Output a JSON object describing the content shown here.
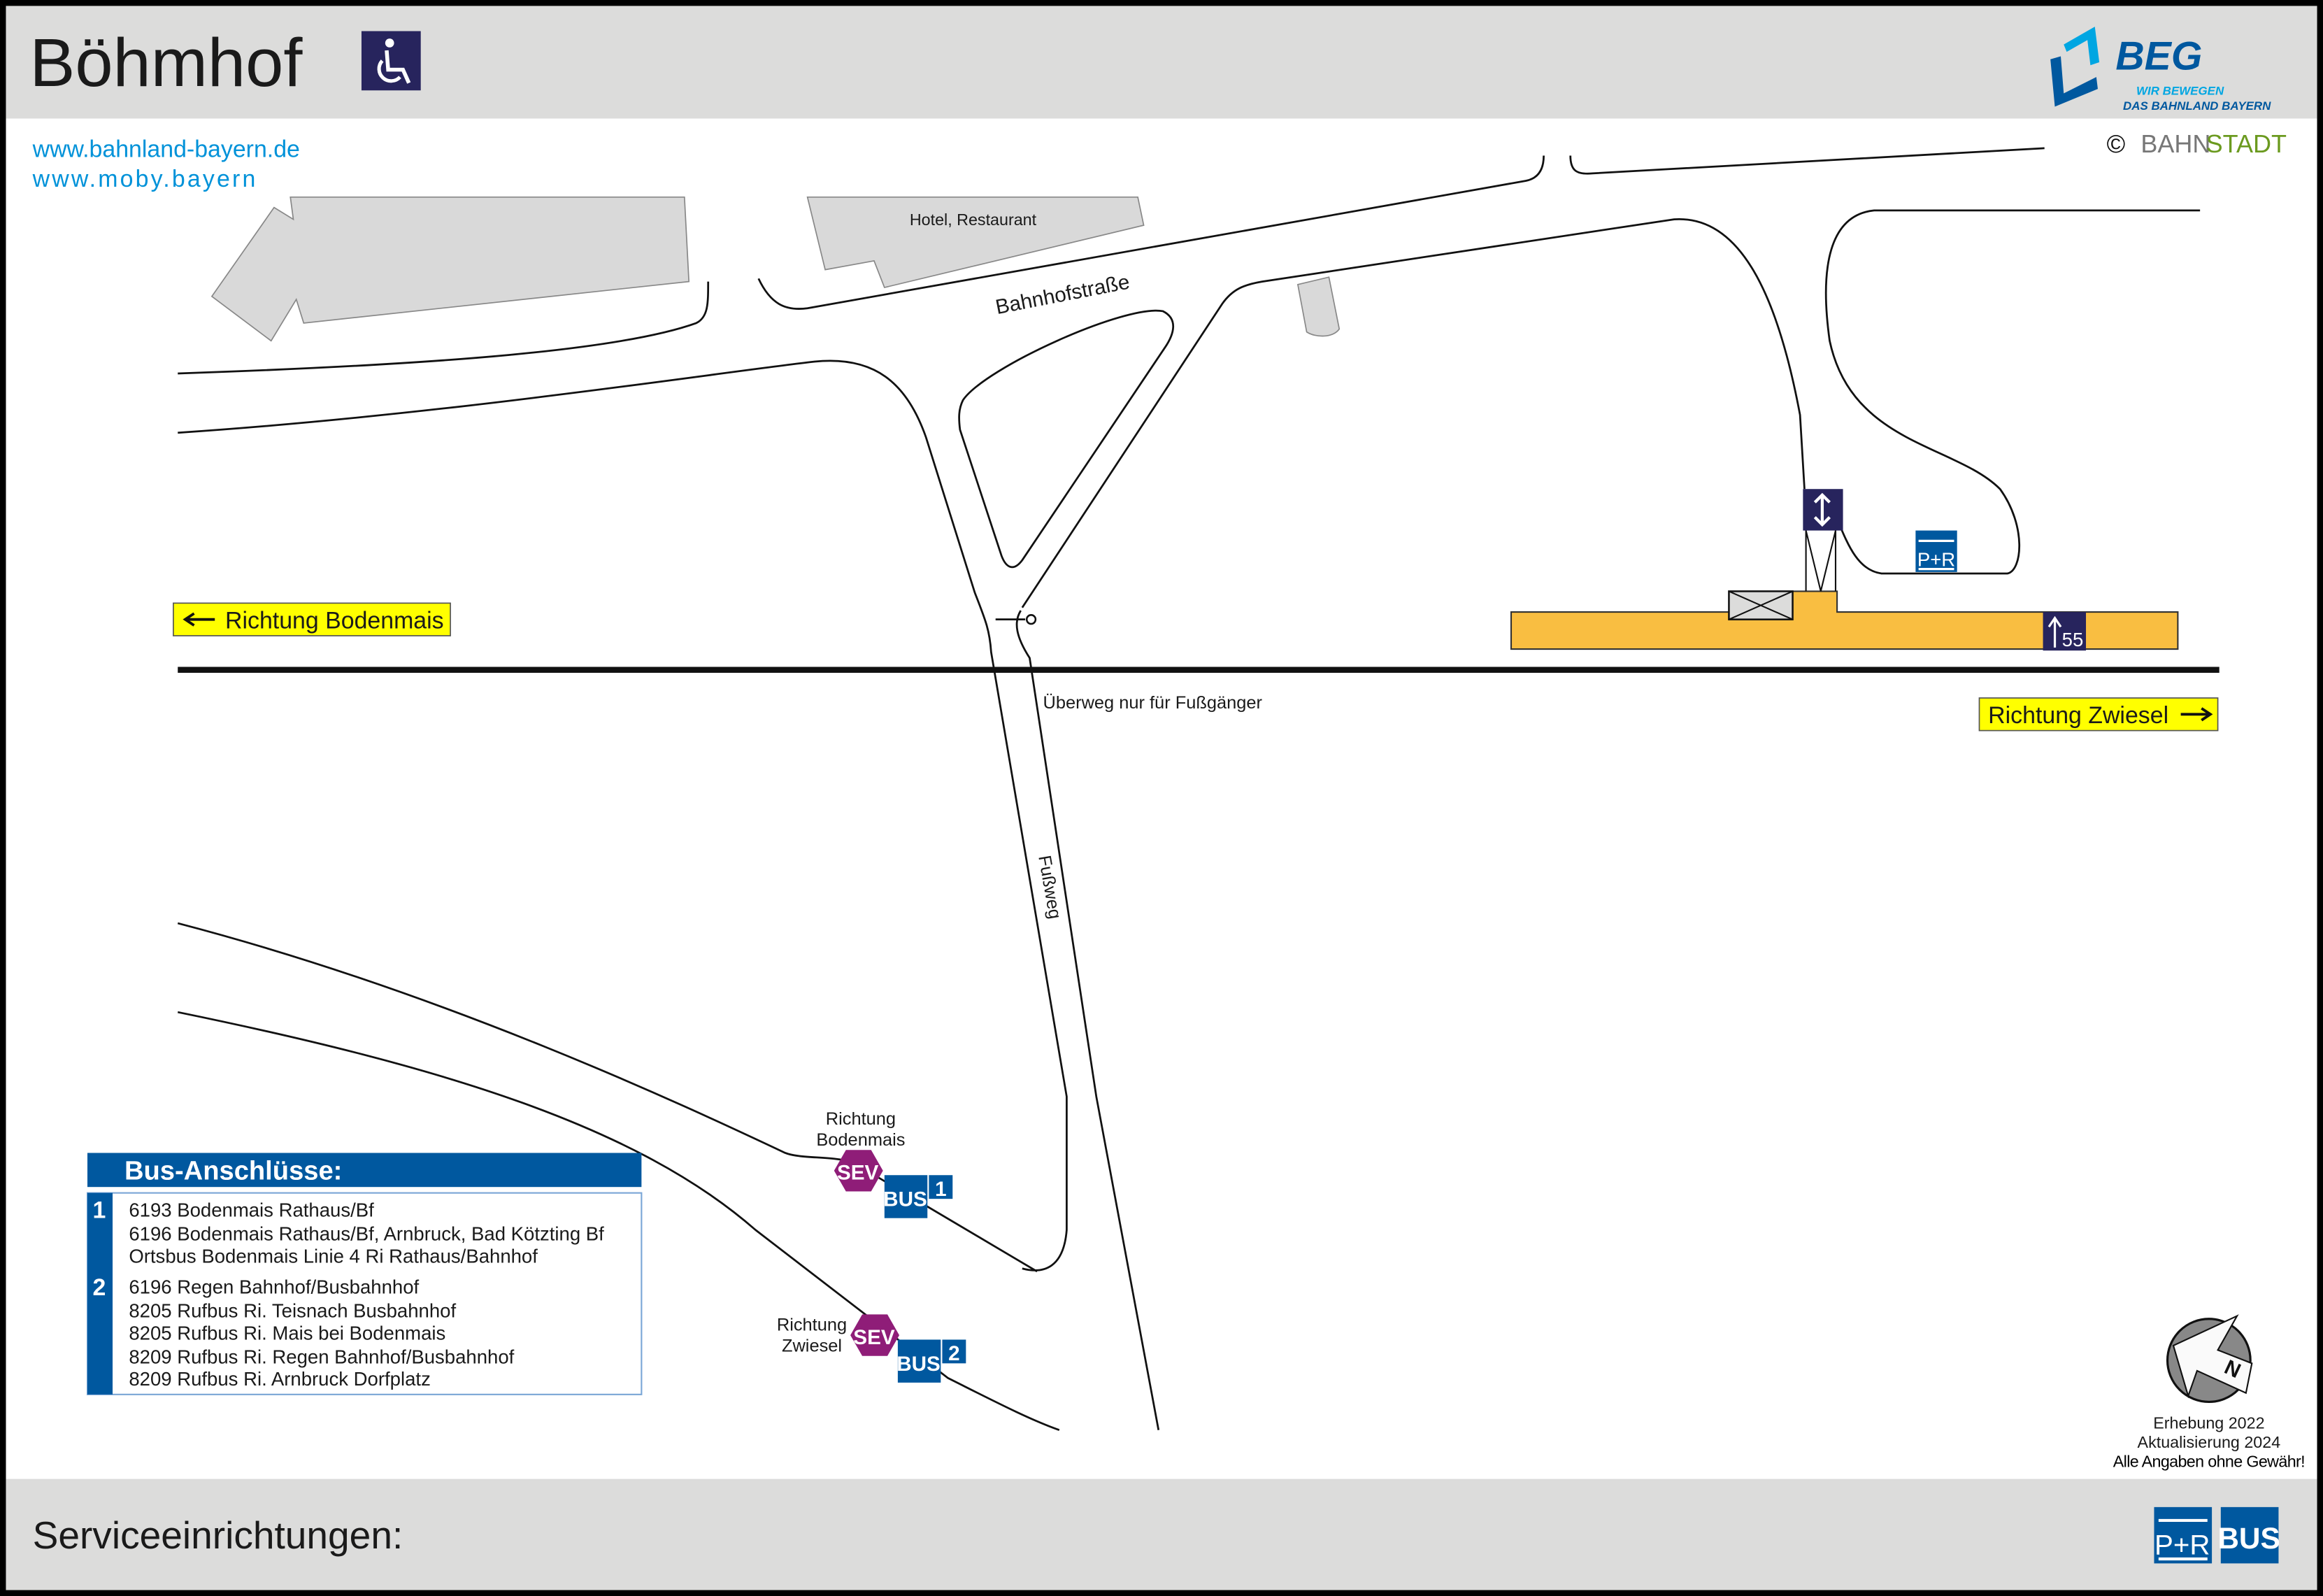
{
  "header": {
    "station_name": "Böhmhof",
    "accessibility_icon": "wheelchair-icon",
    "logo_text": "BEG",
    "logo_slogan_1": "WIR BEWEGEN",
    "logo_slogan_2": "DAS BAHNLAND BAYERN",
    "copyright_symbol": "©",
    "copyright_part1": "BAHN",
    "copyright_part2": "STADT"
  },
  "links": [
    "www.bahnland-bayern.de",
    "www.moby.bayern"
  ],
  "map": {
    "street_name": "Bahnhofstraße",
    "hotel_label": "Hotel, Restaurant",
    "direction_left": "Richtung Bodenmais",
    "direction_right": "Richtung Zwiesel",
    "crossing_note": "Überweg nur für Fußgänger",
    "footpath_label": "Fußweg",
    "platform_sign": "55",
    "pr_label": "P+R",
    "bus_stops": [
      {
        "dir1": "Richtung",
        "dir2": "Bodenmais",
        "sev": "SEV",
        "bus": "BUS",
        "num": "1"
      },
      {
        "dir1": "Richtung",
        "dir2": "Zwiesel",
        "sev": "SEV",
        "bus": "BUS",
        "num": "2"
      }
    ]
  },
  "bus_connections": {
    "title": "Bus-Anschlüsse:",
    "groups": [
      {
        "num": "1",
        "lines": [
          "6193 Bodenmais Rathaus/Bf",
          "6196 Bodenmais Rathaus/Bf, Arnbruck, Bad Kötzting Bf",
          "Ortsbus Bodenmais Linie 4 Ri Rathaus/Bahnhof"
        ]
      },
      {
        "num": "2",
        "lines": [
          "6196 Regen Bahnhof/Busbahnhof",
          "8205 Rufbus Ri. Teisnach Busbahnhof",
          "8205 Rufbus Ri. Mais bei Bodenmais",
          "8209 Rufbus Ri. Regen Bahnhof/Busbahnhof",
          "8209 Rufbus Ri. Arnbruck Dorfplatz"
        ]
      }
    ]
  },
  "compass_letter": "N",
  "info": [
    "Erhebung 2022",
    "Aktualisierung 2024",
    "Alle Angaben ohne Gewähr!"
  ],
  "footer": {
    "title": "Serviceeinrichtungen:",
    "services": [
      "P+R",
      "BUS"
    ]
  },
  "colors": {
    "blue": "#00589f",
    "navy": "#27245d",
    "platform": "#f9be41",
    "sev": "#8f1d78",
    "yellow": "#ffff00"
  }
}
